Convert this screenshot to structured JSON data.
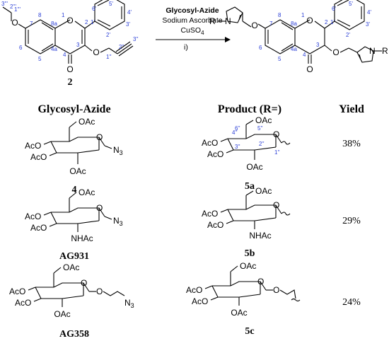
{
  "reaction": {
    "reagent_1": "Glycosyl-Azide",
    "reagent_2": "Sodium Ascorbate",
    "reagent_3": "CuSO",
    "reagent_3_sub": "4",
    "step": "i)"
  },
  "starting_material": {
    "label": "2",
    "atoms": {
      "O7": "O",
      "O1": "O",
      "O3": "O",
      "O4": "O"
    },
    "numbering": [
      "7",
      "8",
      "8a",
      "1",
      "2",
      "3",
      "4",
      "4a",
      "5",
      "6",
      "1'",
      "2'",
      "3'",
      "4'",
      "5'",
      "6'",
      "1''",
      "2''",
      "3''",
      "1'''",
      "2'''",
      "3'''"
    ]
  },
  "product": {
    "atoms": {
      "R_left": "R",
      "N_left": "N",
      "R_right": "R",
      "N_right": "N"
    },
    "numbering": [
      "7",
      "8",
      "8a",
      "1",
      "2",
      "3",
      "4",
      "4a",
      "5",
      "6",
      "1'",
      "2'",
      "3'",
      "4'",
      "5'",
      "6'"
    ]
  },
  "columns": {
    "left": "Glycosyl-Azide",
    "middle": "Product (R=)",
    "right": "Yield"
  },
  "rows": [
    {
      "azide_label": "4",
      "product_label": "5a",
      "yield": "38%",
      "groups": {
        "oac": "OAc",
        "aco": "AcO",
        "n3": "N",
        "n3_sub": "3",
        "ring_o": "O"
      },
      "sugar_numbering": [
        "6''",
        "5''",
        "4''",
        "3''",
        "2''",
        "1''"
      ]
    },
    {
      "azide_label": "AG931",
      "product_label": "5b",
      "yield": "29%",
      "groups": {
        "oac": "OAc",
        "aco": "AcO",
        "n3": "N",
        "n3_sub": "3",
        "ring_o": "O",
        "nhac": "NHAc"
      }
    },
    {
      "azide_label": "AG358",
      "product_label": "5c",
      "yield": "24%",
      "groups": {
        "oac": "OAc",
        "aco": "AcO",
        "n3": "N",
        "n3_sub": "3",
        "ring_o": "O"
      }
    }
  ]
}
